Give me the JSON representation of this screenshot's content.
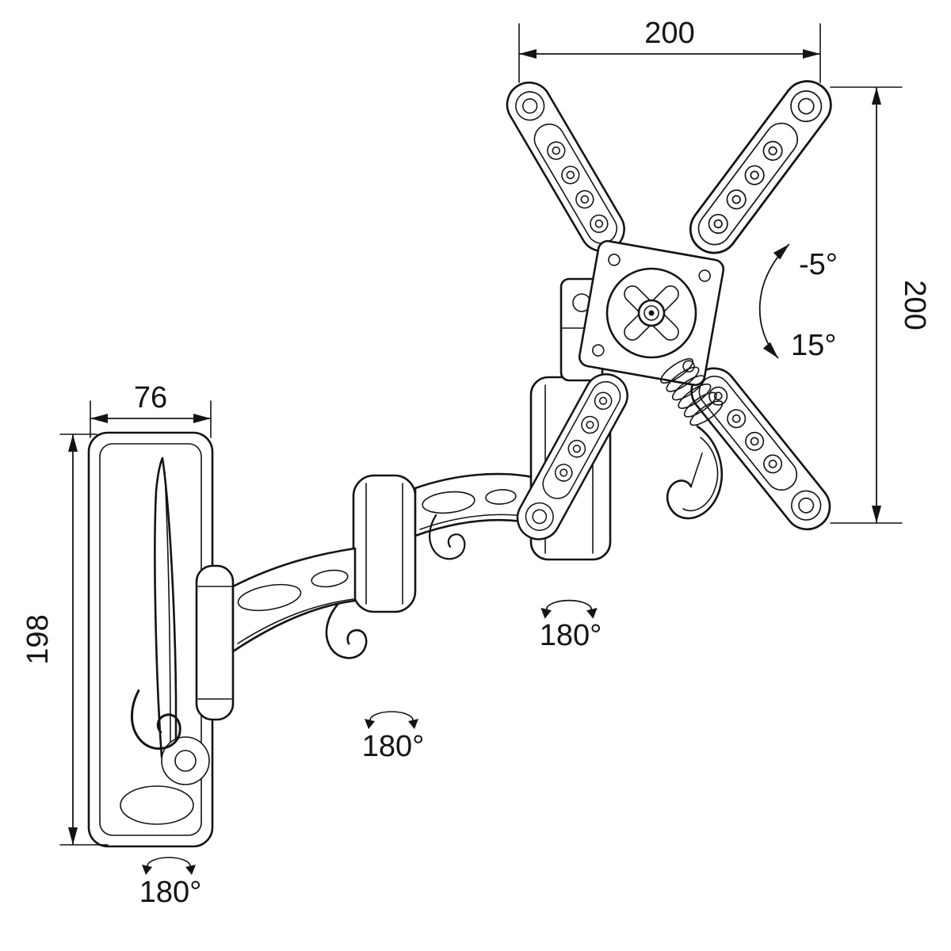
{
  "page": {
    "background": "#ffffff",
    "line_color": "#141414"
  },
  "annotations": {
    "vesa_width": "200",
    "vesa_height": "200",
    "tilt_up": "-5°",
    "tilt_down": "15°",
    "plate_width": "76",
    "plate_height": "198",
    "swivel_head": "180°",
    "swivel_elbow": "180°",
    "swivel_base": "180°"
  }
}
